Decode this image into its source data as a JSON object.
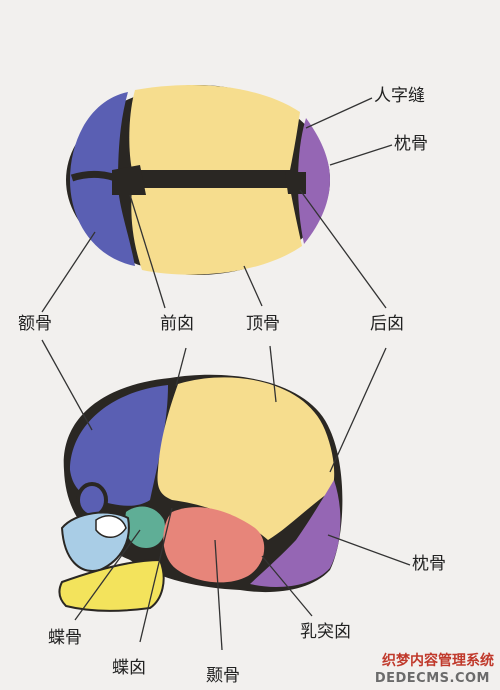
{
  "top_view": {
    "renzifeng": "人字缝",
    "zhengu": "枕骨",
    "egu": "额骨",
    "qianxin": "前囟",
    "dinggu": "顶骨",
    "houxin": "后囟"
  },
  "side_view": {
    "zhengu": "枕骨",
    "diegu": "蝶骨",
    "ruluxin": "乳突囟",
    "diexin": "蝶囟",
    "niegu": "颞骨"
  },
  "watermark": {
    "cn": "织梦内容管理系统",
    "en": "DEDECMS.COM"
  },
  "colors": {
    "frontal": "#5a5fb3",
    "parietal": "#f6dd8e",
    "occipital": "#9566b4",
    "suture": "#2a2723",
    "sphenoid": "#5fae96",
    "temporal": "#e7857a",
    "jaw": "#f3e35c",
    "face": "#a9cde6"
  }
}
